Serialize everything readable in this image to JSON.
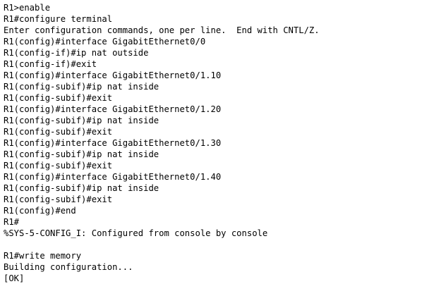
{
  "terminal": {
    "lines": [
      "R1>enable",
      "R1#configure terminal",
      "Enter configuration commands, one per line.  End with CNTL/Z.",
      "R1(config)#interface GigabitEthernet0/0",
      "R1(config-if)#ip nat outside",
      "R1(config-if)#exit",
      "R1(config)#interface GigabitEthernet0/1.10",
      "R1(config-subif)#ip nat inside",
      "R1(config-subif)#exit",
      "R1(config)#interface GigabitEthernet0/1.20",
      "R1(config-subif)#ip nat inside",
      "R1(config-subif)#exit",
      "R1(config)#interface GigabitEthernet0/1.30",
      "R1(config-subif)#ip nat inside",
      "R1(config-subif)#exit",
      "R1(config)#interface GigabitEthernet0/1.40",
      "R1(config-subif)#ip nat inside",
      "R1(config-subif)#exit",
      "R1(config)#end",
      "R1#",
      "%SYS-5-CONFIG_I: Configured from console by console",
      "",
      "R1#write memory",
      "Building configuration...",
      "[OK]"
    ]
  }
}
